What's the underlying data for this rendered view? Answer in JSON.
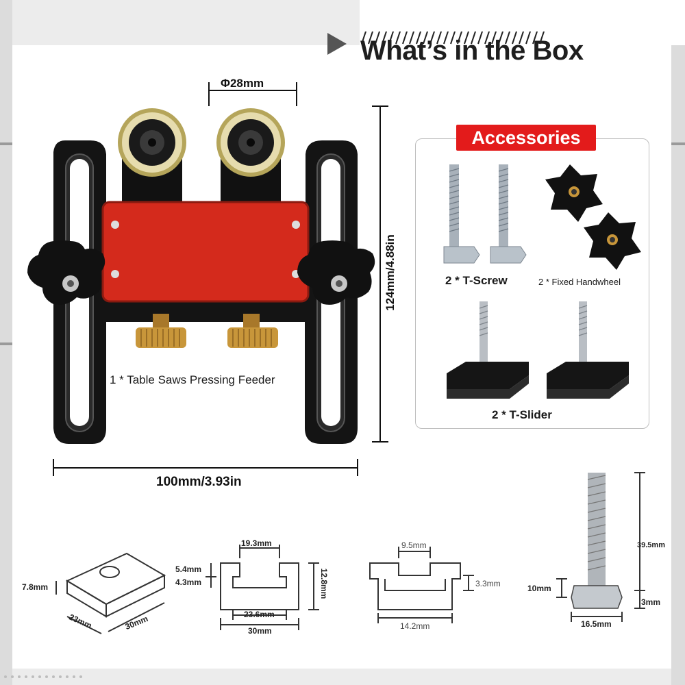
{
  "title": "What’s in the Box",
  "accessories_badge": "Accessories",
  "dimensions": {
    "wheel_diameter": "Φ28mm",
    "height": "124mm/4.88in",
    "width": "100mm/3.93in"
  },
  "captions": {
    "feeder": "1 * Table Saws Pressing Feeder",
    "t_screw": "2 * T-Screw",
    "handwheel": "2 * Fixed Handwheel",
    "t_slider": "2 * T-Slider"
  },
  "slider_block": {
    "height": "7.8mm",
    "depth": "23mm",
    "length": "30mm"
  },
  "track_profile": {
    "top_opening": "19.3mm",
    "upper_step": "5.4mm",
    "lower_step": "4.3mm",
    "total_height": "12.8mm",
    "inner_width": "23.6mm",
    "outer_width": "30mm"
  },
  "slider_profile": {
    "top_width": "9.5mm",
    "side_height": "3.3mm",
    "bottom_width": "14.2mm"
  },
  "t_screw_dims": {
    "thread_length": "39.5mm",
    "head_height": "10mm",
    "head_thickness": "3mm",
    "head_width": "16.5mm"
  },
  "colors": {
    "red_plate": "#d42a1c",
    "badge_red": "#e31b1b",
    "frame_black": "#141414",
    "brass": "#c8963a",
    "steel": "#a8b1ba"
  }
}
